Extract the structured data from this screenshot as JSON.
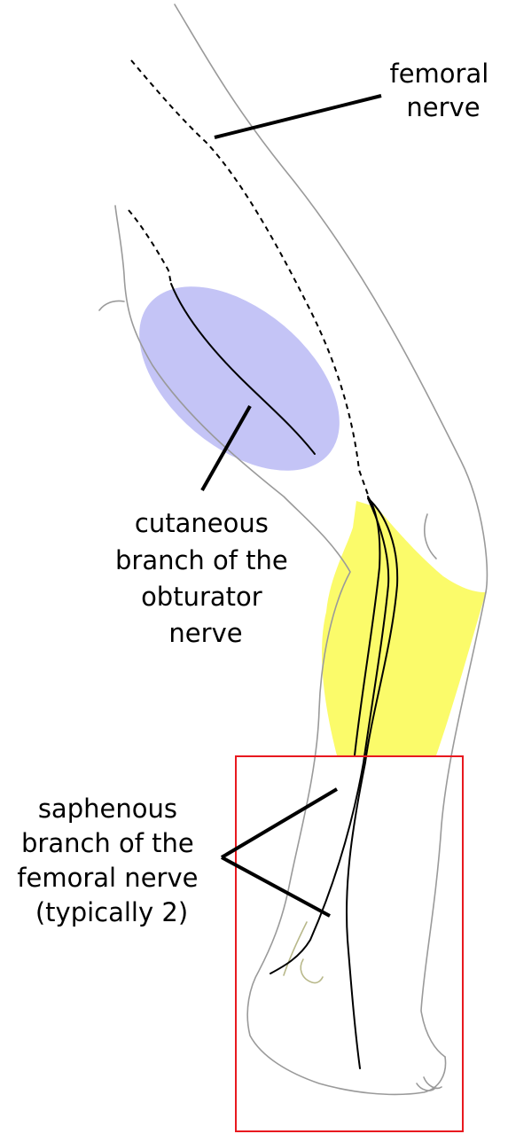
{
  "labels": {
    "femoral": [
      "femoral",
      "nerve"
    ],
    "obturator": [
      "cutaneous",
      "branch of the",
      "obturator",
      "nerve"
    ],
    "saphenous": [
      "saphenous",
      "branch of the",
      "femoral nerve",
      "(typically 2)"
    ]
  },
  "colors": {
    "obturator_area": "#c4c4f6",
    "saphenous_area": "#fbfb6a",
    "highlight_box": "#e8191f",
    "outline": "#9a9a9a",
    "nerve": "#000000"
  }
}
